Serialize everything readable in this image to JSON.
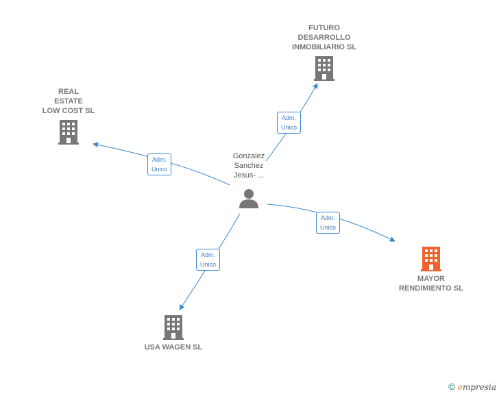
{
  "person": {
    "name_lines": [
      "Gonzalez",
      "Sanchez",
      "Jesus- ..."
    ]
  },
  "companies": [
    {
      "id": "futuro",
      "lines": [
        "FUTURO",
        "DESARROLLO",
        "INMOBILIARIO SL"
      ]
    },
    {
      "id": "real",
      "lines": [
        "REAL",
        "ESTATE",
        "LOW COST SL"
      ]
    },
    {
      "id": "mayor",
      "lines": [
        "MAYOR",
        "RENDIMIENTO SL"
      ]
    },
    {
      "id": "usa",
      "lines": [
        "USA WAGEN SL"
      ]
    }
  ],
  "edge_labels": {
    "futuro": [
      "Adm.",
      "Unico"
    ],
    "real": [
      "Adm.",
      "Unico"
    ],
    "mayor": [
      "Adm.",
      "Unico"
    ],
    "usa": [
      "Adm.",
      "Unico"
    ]
  },
  "colors": {
    "edge": "#3a86d4",
    "building": "#777777",
    "building_highlight": "#f0622d",
    "person": "#777777"
  },
  "footer": {
    "copyright": "©",
    "brand_initial": "e",
    "brand_rest": "mpresia"
  }
}
